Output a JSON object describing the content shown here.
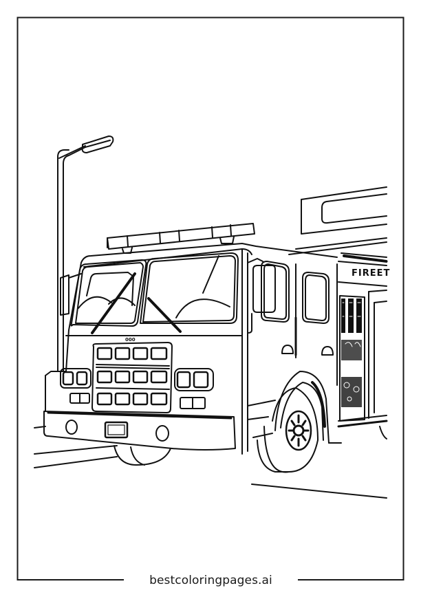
{
  "page": {
    "type": "coloring-page",
    "subject": "fire truck parked on a street next to a street lamp and fire station",
    "background_color": "#ffffff",
    "line_color": "#111111"
  },
  "footer": {
    "caption": "bestcoloringpages.ai"
  },
  "artwork": {
    "truck_side_sign": "FIREET",
    "grille_badge": "000",
    "elements": [
      "street-lamp",
      "fire-station-sign",
      "fire-truck-cab",
      "light-bar",
      "windshield",
      "wipers",
      "side-mirrors",
      "grille",
      "headlights",
      "front-bumper",
      "license-plate",
      "front-wheel",
      "equipment-compartment",
      "road-lines"
    ]
  }
}
